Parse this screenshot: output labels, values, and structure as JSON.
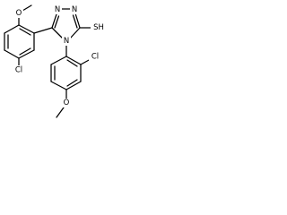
{
  "molecule": {
    "atom_labels": {
      "o_methoxy_top": "O",
      "n_triazole_1": "N",
      "n_triazole_2": "N",
      "n_triazole_4": "N",
      "sh": "SH",
      "cl_left": "Cl",
      "cl_right": "Cl",
      "o_methoxy_bottom": "O"
    }
  }
}
